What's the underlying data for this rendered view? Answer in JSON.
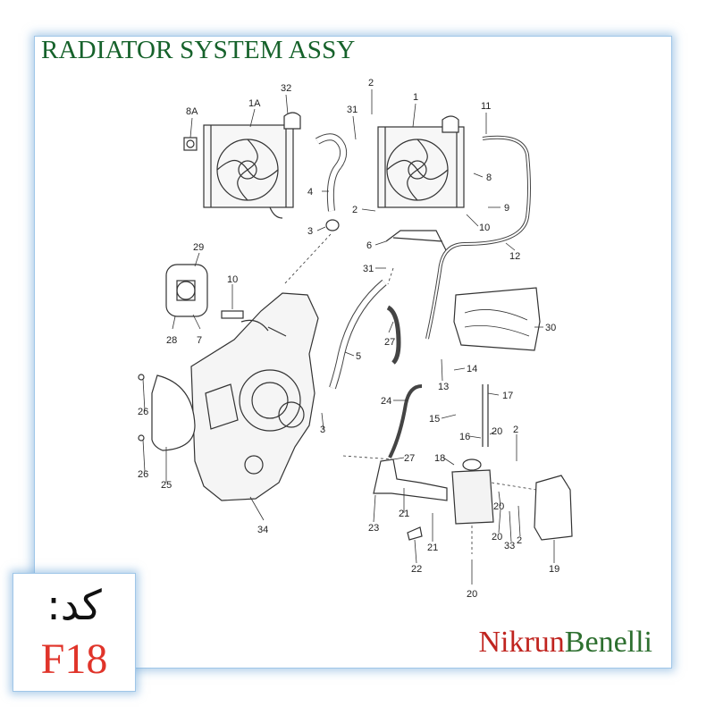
{
  "title": "RADIATOR SYSTEM ASSY",
  "code": {
    "label": "کد:",
    "value": "F18"
  },
  "brand": {
    "part1": "Nikrun",
    "part2": "Benelli",
    "color1": "#c0241f",
    "color2": "#2d6f2f"
  },
  "colors": {
    "title": "#16622b",
    "frame_glow": "#6ea5d7",
    "code_value": "#e0342a"
  },
  "part_numbers": [
    "8A",
    "1A",
    "32",
    "2",
    "31",
    "1",
    "11",
    "8",
    "2",
    "9",
    "4",
    "3",
    "10",
    "6",
    "31",
    "12",
    "29",
    "10",
    "28",
    "7",
    "30",
    "5",
    "27",
    "14",
    "13",
    "17",
    "24",
    "15",
    "20",
    "16",
    "2",
    "26",
    "3",
    "27",
    "18",
    "26",
    "25",
    "21",
    "20",
    "23",
    "21",
    "20",
    "33",
    "2",
    "34",
    "22",
    "19",
    "20"
  ]
}
